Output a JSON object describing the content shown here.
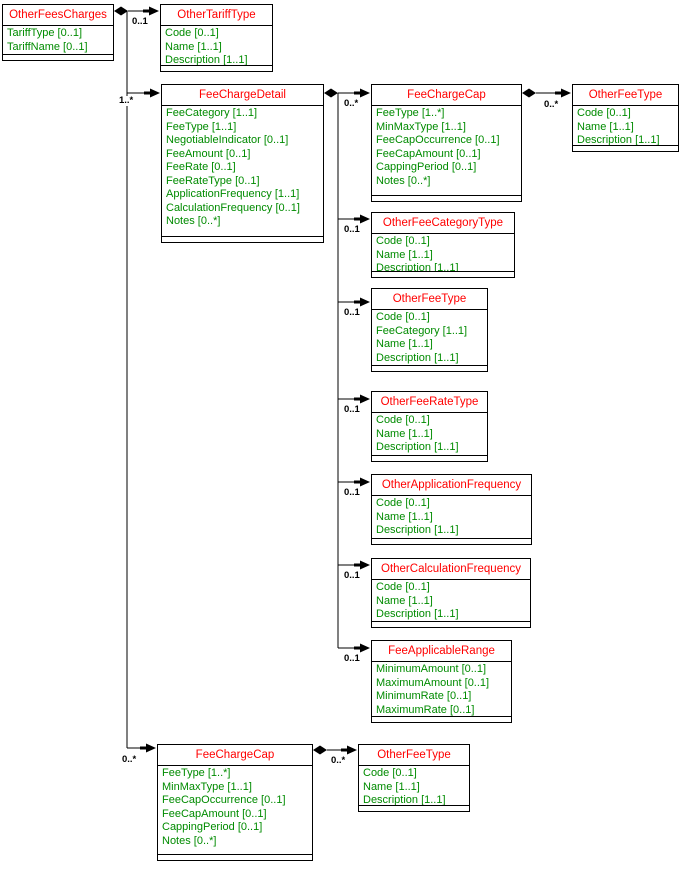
{
  "diagram_type": "uml-class-data-model",
  "colors": {
    "entity_title": "#ff0000",
    "entity_attribute": "#008b00",
    "connector": "#000000",
    "border": "#000000",
    "background": "#ffffff"
  },
  "entities": [
    {
      "title": "OtherFeesCharges",
      "attributes": [
        "TariffType [0..1]",
        "TariffName [0..1]"
      ]
    },
    {
      "title": "OtherTariffType",
      "attributes": [
        "Code [0..1]",
        "Name [1..1]",
        "Description [1..1]"
      ]
    },
    {
      "title": "FeeChargeDetail",
      "attributes": [
        "FeeCategory [1..1]",
        "FeeType [1..1]",
        "NegotiableIndicator [0..1]",
        "FeeAmount [0..1]",
        "FeeRate [0..1]",
        "FeeRateType [0..1]",
        "ApplicationFrequency [1..1]",
        "CalculationFrequency [0..1]",
        "Notes [0..*]"
      ]
    },
    {
      "title": "FeeChargeCap",
      "attributes": [
        "FeeType [1..*]",
        "MinMaxType [1..1]",
        "FeeCapOccurrence [0..1]",
        "FeeCapAmount [0..1]",
        "CappingPeriod [0..1]",
        "Notes [0..*]"
      ]
    },
    {
      "title": "OtherFeeType",
      "attributes": [
        "Code [0..1]",
        "Name [1..1]",
        "Description [1..1]"
      ]
    },
    {
      "title": "OtherFeeCategoryType",
      "attributes": [
        "Code [0..1]",
        "Name [1..1]",
        "Description [1..1]"
      ]
    },
    {
      "title": "OtherFeeType",
      "attributes": [
        "Code [0..1]",
        "FeeCategory [1..1]",
        "Name [1..1]",
        "Description [1..1]"
      ]
    },
    {
      "title": "OtherFeeRateType",
      "attributes": [
        "Code [0..1]",
        "Name [1..1]",
        "Description [1..1]"
      ]
    },
    {
      "title": "OtherApplicationFrequency",
      "attributes": [
        "Code [0..1]",
        "Name [1..1]",
        "Description [1..1]"
      ]
    },
    {
      "title": "OtherCalculationFrequency",
      "attributes": [
        "Code [0..1]",
        "Name [1..1]",
        "Description [1..1]"
      ]
    },
    {
      "title": "FeeApplicableRange",
      "attributes": [
        "MinimumAmount [0..1]",
        "MaximumAmount [0..1]",
        "MinimumRate [0..1]",
        "MaximumRate [0..1]"
      ]
    },
    {
      "title": "FeeChargeCap",
      "attributes": [
        "FeeType [1..*]",
        "MinMaxType [1..1]",
        "FeeCapOccurrence [0..1]",
        "FeeCapAmount [0..1]",
        "CappingPeriod [0..1]",
        "Notes [0..*]"
      ]
    },
    {
      "title": "OtherFeeType",
      "attributes": [
        "Code [0..1]",
        "Name [1..1]",
        "Description [1..1]"
      ]
    }
  ],
  "connectors": [
    {
      "from": "OtherFeesCharges",
      "to": "OtherTariffType",
      "label": "0..1"
    },
    {
      "from": "OtherFeesCharges",
      "to": "FeeChargeDetail",
      "label": "1..*"
    },
    {
      "from": "OtherFeesCharges",
      "to": "FeeChargeCap",
      "label": "0..*"
    },
    {
      "from": "FeeChargeDetail",
      "to": "FeeChargeCap",
      "label": "0..*"
    },
    {
      "from": "FeeChargeDetail",
      "to": "OtherFeeCategoryType",
      "label": "0..1"
    },
    {
      "from": "FeeChargeDetail",
      "to": "OtherFeeType",
      "label": "0..1"
    },
    {
      "from": "FeeChargeDetail",
      "to": "OtherFeeRateType",
      "label": "0..1"
    },
    {
      "from": "FeeChargeDetail",
      "to": "OtherApplicationFrequency",
      "label": "0..1"
    },
    {
      "from": "FeeChargeDetail",
      "to": "OtherCalculationFrequency",
      "label": "0..1"
    },
    {
      "from": "FeeChargeDetail",
      "to": "FeeApplicableRange",
      "label": "0..1"
    },
    {
      "from": "FeeChargeCap",
      "to": "OtherFeeType",
      "label": "0..*"
    },
    {
      "from": "FeeChargeCap",
      "to": "OtherFeeType",
      "label": "0..*"
    }
  ]
}
